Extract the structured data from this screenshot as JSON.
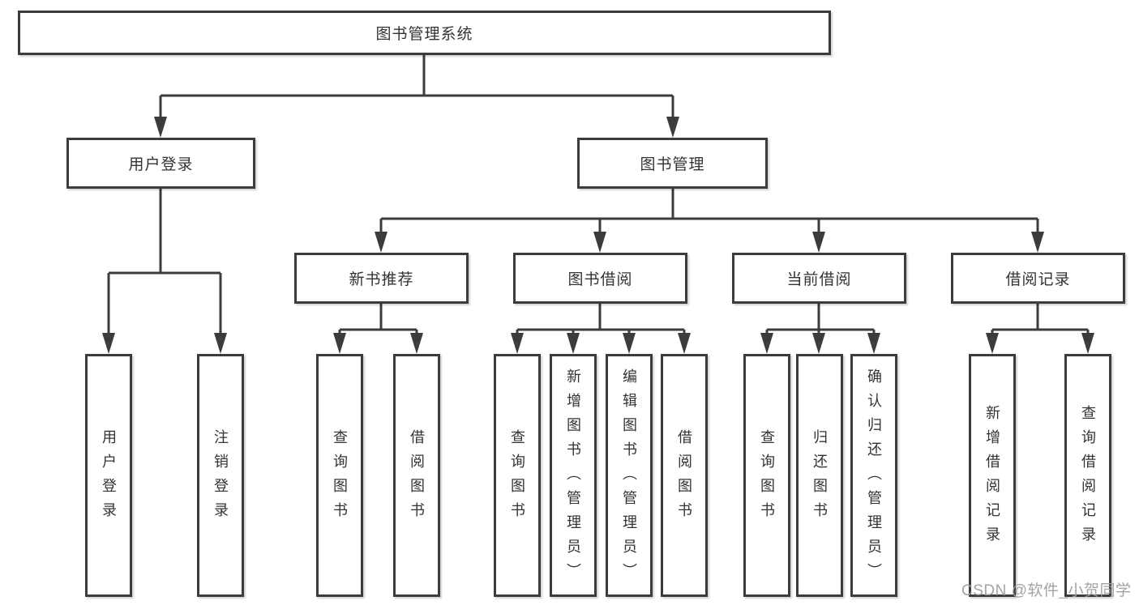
{
  "diagram_title": "图书管理系统",
  "watermark": "CSDN @软件_小贺同学",
  "colors": {
    "line": "#3c3c3c",
    "box_border": "#3c3c3c",
    "text": "#333333",
    "watermark": "#9e9e9e",
    "background": "#ffffff"
  },
  "tree": {
    "label": "图书管理系统",
    "children": [
      {
        "label": "用户登录",
        "children": [
          {
            "label": "用户登录"
          },
          {
            "label": "注销登录"
          }
        ]
      },
      {
        "label": "图书管理",
        "children": [
          {
            "label": "新书推荐",
            "children": [
              {
                "label": "查询图书"
              },
              {
                "label": "借阅图书"
              }
            ]
          },
          {
            "label": "图书借阅",
            "children": [
              {
                "label": "查询图书"
              },
              {
                "label": "新增图书（管理员）"
              },
              {
                "label": "编辑图书（管理员）"
              },
              {
                "label": "借阅图书"
              }
            ]
          },
          {
            "label": "当前借阅",
            "children": [
              {
                "label": "查询图书"
              },
              {
                "label": "归还图书"
              },
              {
                "label": "确认归还（管理员）"
              }
            ]
          },
          {
            "label": "借阅记录",
            "children": [
              {
                "label": "新增借阅记录"
              },
              {
                "label": "查询借阅记录"
              }
            ]
          }
        ]
      }
    ]
  }
}
